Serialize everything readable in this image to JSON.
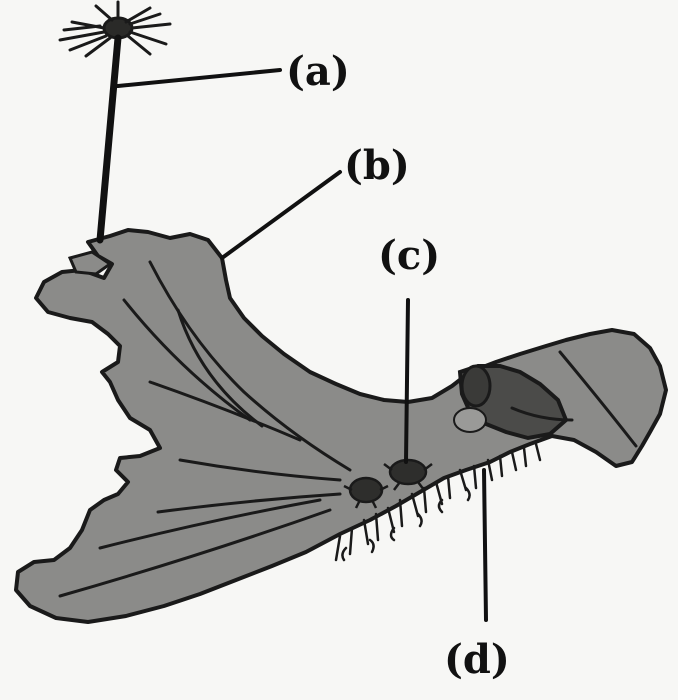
{
  "diagram": {
    "labels": {
      "a": "(a)",
      "b": "(b)",
      "c": "(c)",
      "d": "(d)"
    },
    "colors": {
      "thallus": "#8c8c8a",
      "thallus_dark": "#6d6d6b",
      "outline": "#1a1a1a",
      "ink": "#111111",
      "background": "#f7f7f5"
    }
  }
}
